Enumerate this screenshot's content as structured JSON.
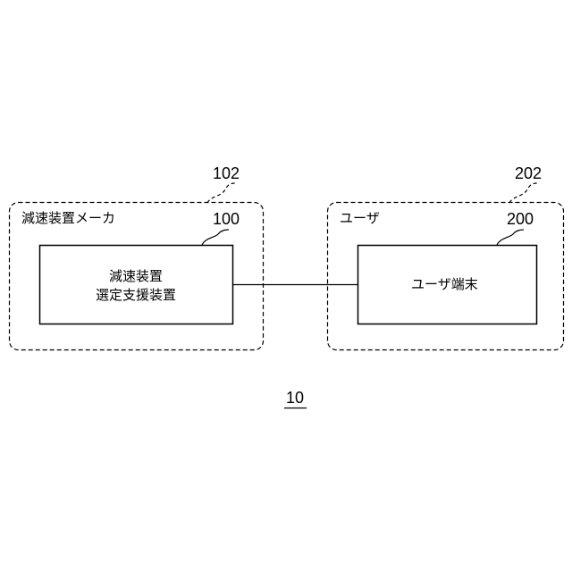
{
  "groups": {
    "maker": {
      "ref": "102",
      "label": "減速装置メーカ"
    },
    "user": {
      "ref": "202",
      "label": "ユーザ"
    }
  },
  "devices": {
    "support": {
      "ref": "100",
      "label_line1": "減速装置",
      "label_line2": "選定支援装置"
    },
    "terminal": {
      "ref": "200",
      "label": "ユーザ端末"
    }
  },
  "system": {
    "ref": "10"
  }
}
